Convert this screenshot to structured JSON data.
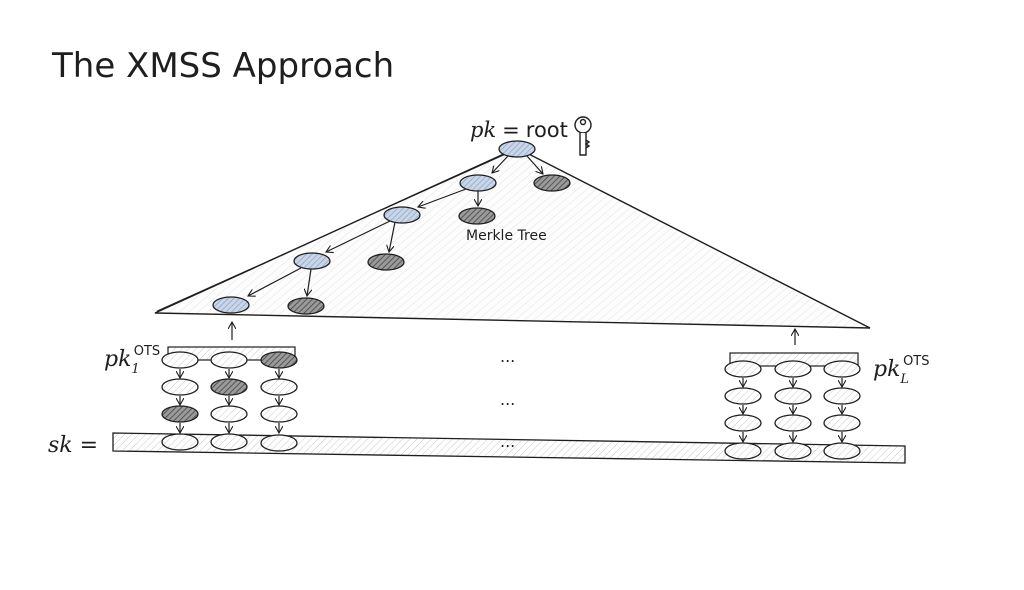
{
  "title": "The XMSS Approach",
  "root_label": {
    "pk": "pk",
    "eq": "=",
    "root": "root"
  },
  "tree_label": "Merkle Tree",
  "pk_first": {
    "base": "pk",
    "sub": "1",
    "sup": "OTS"
  },
  "pk_last": {
    "base": "pk",
    "sub": "L",
    "sup": "OTS"
  },
  "sk_label": "sk =",
  "ellipsis": "...",
  "colors": {
    "stroke": "#1e1e1e",
    "blue_fill": "#a5b8d4",
    "dark_fill": "#555555",
    "hatch": "#c8c8c8"
  }
}
